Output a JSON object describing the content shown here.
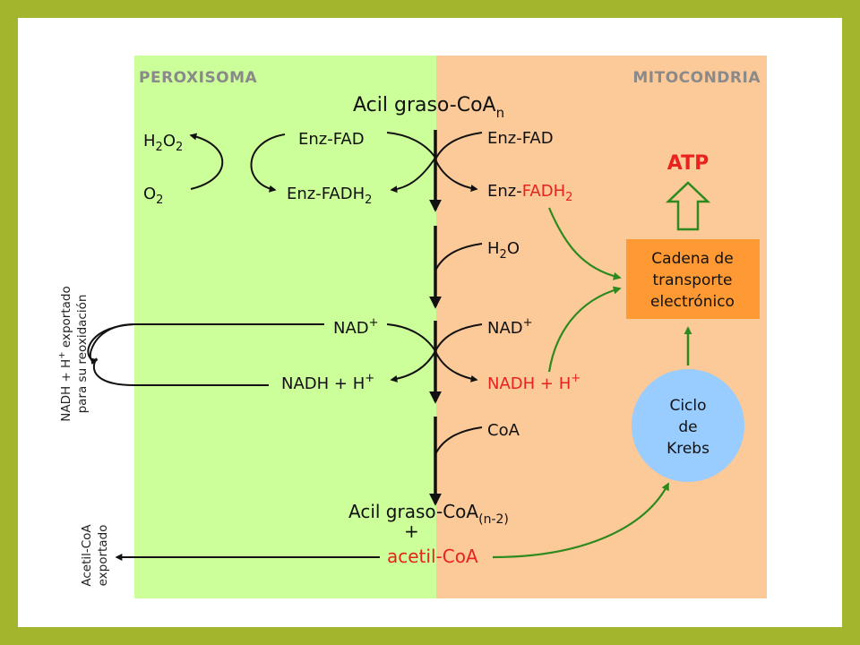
{
  "regions": {
    "left": "PEROXISOMA",
    "right": "MITOCONDRIA",
    "left_color": "#ccff99",
    "right_color": "#fcc999"
  },
  "substrate_top": {
    "base": "Acil graso-CoA",
    "sub": "n"
  },
  "peroxisome": {
    "h2o2": {
      "a": "H",
      "s1": "2",
      "b": "O",
      "s2": "2"
    },
    "o2": {
      "a": "O",
      "s1": "2"
    },
    "enz_fad": "Enz-FAD",
    "enz_fadh2": {
      "base": "Enz-FADH",
      "sub": "2"
    },
    "nad": {
      "base": "NAD",
      "sup": "+"
    },
    "nadh": {
      "base": "NADH + H",
      "sup": "+"
    }
  },
  "mitochondria": {
    "enz_fad": "Enz-FAD",
    "enz_fadh2": {
      "prefix": "Enz-",
      "red": "FADH",
      "sub": "2"
    },
    "h2o": {
      "a": "H",
      "s1": "2",
      "b": "O"
    },
    "nad": {
      "base": "NAD",
      "sup": "+"
    },
    "nadh": {
      "base": "NADH + H",
      "sup": "+"
    },
    "coa": "CoA",
    "atp": "ATP",
    "chain": [
      "Cadena de",
      "transporte",
      "electrónico"
    ],
    "krebs": [
      "Ciclo",
      "de",
      "Krebs"
    ]
  },
  "products": {
    "acil": {
      "base": "Acil graso-CoA",
      "sub": "(n-2)"
    },
    "plus": "+",
    "acetil": "acetil-CoA"
  },
  "exports": {
    "nadh": {
      "line1a": "NADH + H",
      "line1sup": "+",
      "line1b": " exportado",
      "line2": "para su reoxidación"
    },
    "acetil": {
      "line1": "Acetil-CoA",
      "line2": "exportado"
    }
  },
  "colors": {
    "frame": "#a3b52c",
    "red": "#e8231e",
    "green_arrow": "#2d8a1e",
    "chain_box": "#ff9933",
    "krebs": "#99ccff"
  }
}
